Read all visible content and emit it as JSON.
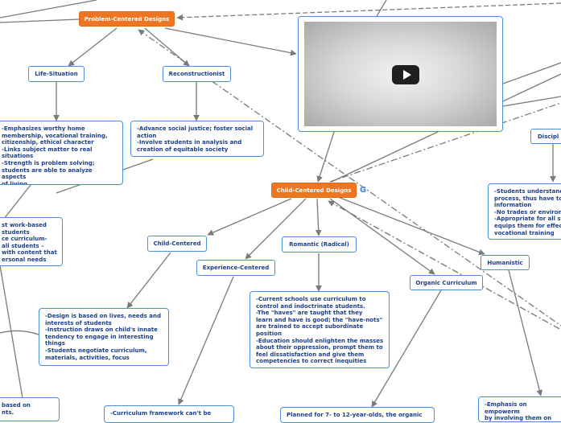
{
  "colors": {
    "main_node_fill": "#ee7623",
    "node_border": "#4a90d9",
    "text": "#1c3f8c",
    "edge": "#7a7a7a"
  },
  "nodes": {
    "problem_centered": "Problem-Centered Designs",
    "life_situation": "Life-Situation",
    "reconstructionist": "Reconstructionist",
    "child_centered_designs": "Child-Centered Designs",
    "child_centered": "Child-Centered",
    "experience_centered": "Experience-Centered",
    "romantic": "Romantic (Radical)",
    "organic": "Organic Curriculum",
    "humanistic": "Humanistic",
    "discipline": "Discipl"
  },
  "notes": {
    "life_situation": "-Emphasizes worthy home\n membership, vocational training,\n citizenship, ethical character\n-Links subject matter to real\n situations\n-Strength is problem solving;\n students are able to analyze aspects\n of living",
    "reconstructionist": "-Advance social justice; foster social\naction\n-Involve students in analysis and\ncreation of equitable society",
    "left_mid": "st work-based\nstudents\nce curriculum-\n all students –\n with content that\nersonal needs",
    "discipline": "-Students understand\nprocess, thus have to\ninformation\n-No trades or environ\n-Appropriate for all st\nequips them for effec\nvocational training",
    "child_centered": "-Design is based on lives, needs and\ninterests of students\n-Instruction draws on child's innate\ntendency to engage in interesting\nthings\n-Students negotiate curriculum,\nmaterials, activities, focus",
    "romantic": "-Current schools use curriculum to\ncontrol and indoctrinate students.\n-The \"haves\" are taught that they\nlearn and have is good; the \"have-nots\"\nare trained to accept subordinate\nposition\n-Education should enlighten the masses\nabout their oppression, prompt them to\nfeel dissatisfaction and give them\ncompetencies to correct inequities",
    "bottom_left": " based on\nnts.",
    "experience": "-Curriculum framework can't be",
    "organic": "Planned for 7- to 12-year-olds, the organic",
    "humanistic": "-Emphasis on empowerm\nby involving them on the"
  },
  "icons": {
    "video": "play-icon",
    "google": "google-icon"
  },
  "google_glyph": "G"
}
